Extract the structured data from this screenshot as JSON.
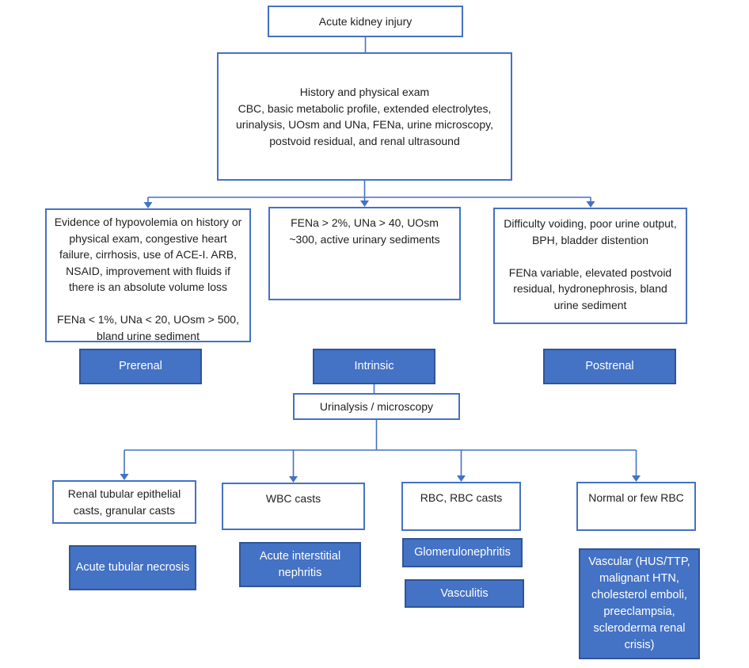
{
  "flowchart": {
    "root": {
      "label": "Acute kidney injury"
    },
    "workup": {
      "title": "History and physical exam",
      "detail": "CBC, basic metabolic profile, extended electrolytes, urinalysis, UOsm and UNa, FENa, urine microscopy, postvoid residual, and renal ultrasound"
    },
    "branches": {
      "prerenal": {
        "findings_p1": "Evidence of hypovolemia on history or physical exam, congestive heart failure, cirrhosis, use of ACE-I. ARB, NSAID, improvement with fluids if there is an absolute volume loss",
        "findings_p2": "FENa < 1%, UNa < 20, UOsm > 500, bland urine sediment",
        "label": "Prerenal"
      },
      "intrinsic": {
        "findings_p1": "FENa > 2%, UNa > 40, UOsm ~300, active urinary sediments",
        "label": "Intrinsic"
      },
      "postrenal": {
        "findings_p1": "Difficulty voiding, poor urine output,  BPH, bladder distention",
        "findings_p2": "FENa variable, elevated postvoid residual, hydronephrosis, bland urine sediment",
        "label": "Postrenal"
      }
    },
    "urinalysis": {
      "label": "Urinalysis / microscopy"
    },
    "microscopy": [
      {
        "finding": "Renal tubular epithelial casts, granular casts",
        "diagnoses": [
          "Acute tubular necrosis"
        ]
      },
      {
        "finding": "WBC casts",
        "diagnoses": [
          "Acute interstitial nephritis"
        ]
      },
      {
        "finding": "RBC, RBC casts",
        "diagnoses": [
          "Glomerulonephritis",
          "Vasculitis"
        ]
      },
      {
        "finding": "Normal or few RBC",
        "diagnoses": [
          "Vascular (HUS/TTP, malignant HTN, cholesterol emboli, preeclampsia, scleroderma renal crisis)"
        ]
      }
    ],
    "colors": {
      "node_fill": "#4472C4",
      "node_border": "#2F5597",
      "outline_border": "#4472C4",
      "connector": "#4472C4",
      "text_dark": "#212121",
      "text_light": "#ffffff",
      "background": "#ffffff"
    }
  }
}
